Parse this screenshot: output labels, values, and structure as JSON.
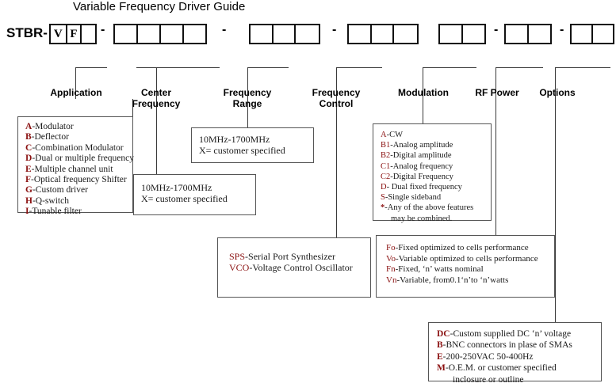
{
  "page": {
    "title": "Variable Frequency Driver Guide",
    "prefix": "STBR-",
    "separator": "-"
  },
  "part_number": {
    "groups": [
      {
        "name": "application-group",
        "cells": [
          "V",
          "F",
          ""
        ]
      },
      {
        "name": "center-frequency-group",
        "cells": [
          "",
          "",
          "",
          ""
        ]
      },
      {
        "name": "frequency-range-group",
        "cells": [
          "",
          "",
          ""
        ]
      },
      {
        "name": "frequency-control-group",
        "cells": [
          "",
          "",
          ""
        ]
      },
      {
        "name": "modulation-group",
        "cells": [
          "",
          ""
        ]
      },
      {
        "name": "rf-power-group",
        "cells": [
          "",
          ""
        ]
      },
      {
        "name": "options-group",
        "cells": [
          "",
          ""
        ]
      }
    ]
  },
  "categories": [
    {
      "key": "application",
      "label": "Application"
    },
    {
      "key": "center_frequency",
      "label": "Center\nFrequency"
    },
    {
      "key": "frequency_range",
      "label": "Frequency\nRange"
    },
    {
      "key": "frequency_control",
      "label": "Frequency\nControl"
    },
    {
      "key": "modulation",
      "label": "Modulation"
    },
    {
      "key": "rf_power",
      "label": "RF Power"
    },
    {
      "key": "options",
      "label": "Options"
    }
  ],
  "application_box": {
    "items": [
      {
        "code": "A",
        "text": "-Modulator"
      },
      {
        "code": "B",
        "text": "-Deflector"
      },
      {
        "code": "C",
        "text": "-Combination Modulator"
      },
      {
        "code": "D",
        "text": "-Dual or multiple frequency"
      },
      {
        "code": "E",
        "text": "-Multiple channel unit"
      },
      {
        "code": "F",
        "text": "-Optical frequency Shifter"
      },
      {
        "code": "G",
        "text": "-Custom driver"
      },
      {
        "code": "H",
        "text": "-Q-switch"
      },
      {
        "code": "I",
        "text": "-Tunable filter"
      }
    ]
  },
  "center_frequency_box": {
    "line1": "10MHz-1700MHz",
    "line2": "X= customer specified"
  },
  "frequency_range_box": {
    "line1": "10MHz-1700MHz",
    "line2": "X= customer specified"
  },
  "frequency_control_box": {
    "items": [
      {
        "code": "SPS",
        "text": "-Serial Port Synthesizer"
      },
      {
        "code": "VCO",
        "text": "-Voltage Control Oscillator"
      }
    ]
  },
  "modulation_box": {
    "items": [
      {
        "code": "A",
        "text": "-CW"
      },
      {
        "code": "B1",
        "text": "-Analog amplitude"
      },
      {
        "code": "B2",
        "text": "-Digital amplitude"
      },
      {
        "code": "C1",
        "text": "-Analog frequency"
      },
      {
        "code": "C2",
        "text": "-Digital Frequency"
      },
      {
        "code": "D",
        "text": "- Dual fixed frequency"
      },
      {
        "code": "S",
        "text": "-Single sideband"
      },
      {
        "code": "*",
        "text": "-Any of the above features"
      }
    ],
    "continuation": "may be combined."
  },
  "rf_power_box": {
    "items": [
      {
        "code": "Fo",
        "text": "-Fixed optimized to cells performance"
      },
      {
        "code": "Vo",
        "text": "-Variable optimized to cells performance"
      },
      {
        "code": "Fn",
        "text": "-Fixed, ‘n’ watts nominal"
      },
      {
        "code": "Vn",
        "text": "-Variable, from0.1‘n’to ‘n’watts"
      }
    ]
  },
  "options_box": {
    "items": [
      {
        "code": "DC",
        "text": "-Custom supplied DC ‘n’ voltage"
      },
      {
        "code": "B",
        "text": "-BNC connectors in plase of SMAs"
      },
      {
        "code": "E",
        "text": "-200-250VAC 50-400Hz"
      },
      {
        "code": "M",
        "text": "-O.E.M. or customer specified"
      }
    ],
    "continuation": "inclosure or outline"
  },
  "colors": {
    "code_red": "#8a1010",
    "line": "#3a3a3a",
    "box_border": "#555555",
    "part_border": "#111111"
  }
}
